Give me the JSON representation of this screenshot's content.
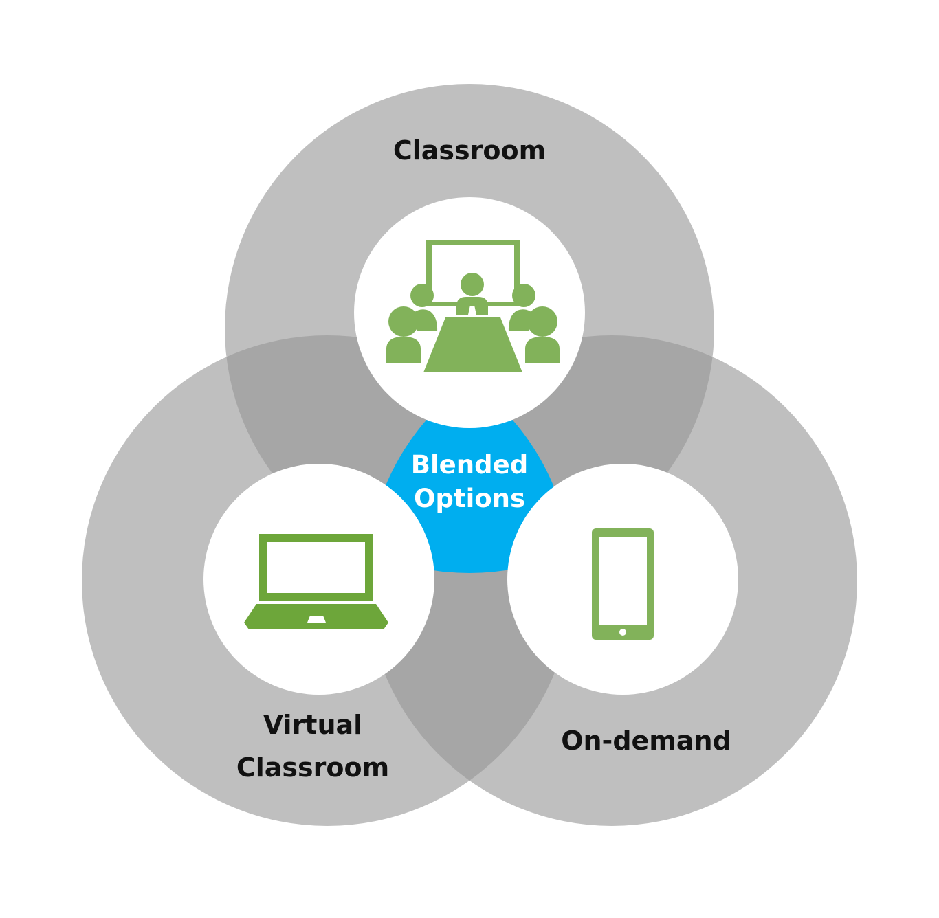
{
  "diagram": {
    "circles": [
      {
        "name": "Classroom",
        "lines": [
          "Classroom"
        ],
        "icon": "meeting-room-icon"
      },
      {
        "name": "Virtual Classroom",
        "lines": [
          "Virtual",
          "Classroom"
        ],
        "icon": "laptop-icon"
      },
      {
        "name": "On-demand",
        "lines": [
          "On-demand"
        ],
        "icon": "smartphone-icon"
      }
    ],
    "center": {
      "lines": [
        "Blended",
        "Options"
      ]
    },
    "colors": {
      "circle_fill": "#bfbfbf",
      "overlap_fill": "#a6a6a6",
      "center_fill": "#00aeef",
      "icon_green": "#82b25a",
      "laptop_green": "#6da63a",
      "icon_bg": "#ffffff"
    }
  }
}
